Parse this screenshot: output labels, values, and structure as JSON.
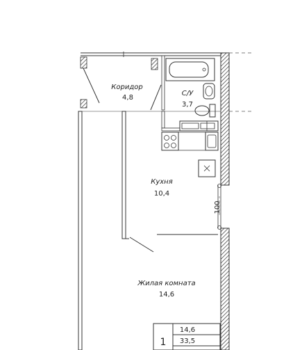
{
  "rooms": {
    "corridor": {
      "name": "Коридор",
      "area": "4,8"
    },
    "bathroom": {
      "name": "С/У",
      "area": "3,7"
    },
    "kitchen": {
      "name": "Кухня",
      "area": "10,4"
    },
    "living": {
      "name": "Жилая комната",
      "area": "14,6"
    }
  },
  "summary_table": {
    "rooms_count": "1",
    "living_area": "14,6",
    "total_area": "33,5"
  },
  "dimension_note": "100"
}
